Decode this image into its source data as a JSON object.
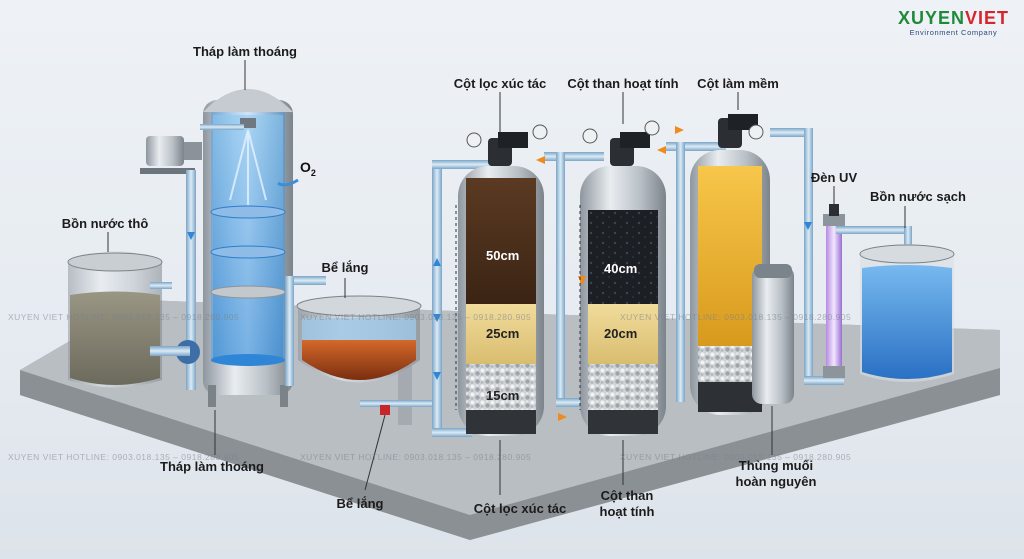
{
  "logo": {
    "brand_left": "XUYEN",
    "brand_right": "VIET",
    "tagline": "Environment Company"
  },
  "labels": {
    "aeration_tower_top": "Tháp làm thoáng",
    "aeration_tower_bottom": "Tháp làm thoáng",
    "raw_water_tank": "Bồn nước thô",
    "settling_tank_top": "Bể lắng",
    "settling_tank_bottom": "Bể lắng",
    "catalyst_column_top": "Cột lọc xúc tác",
    "catalyst_column_bottom": "Cột lọc xúc tác",
    "carbon_column_top": "Cột than hoạt tính",
    "carbon_column_bottom": "Cột than\nhoạt tính",
    "softener_column_top": "Cột làm mềm",
    "uv_lamp": "Đèn UV",
    "clean_water_tank": "Bồn nước sạch",
    "brine_tank": "Thùng muối\nhoàn nguyên",
    "oxygen": "O",
    "oxygen_sub": "2"
  },
  "layers": {
    "catalyst": [
      "50cm",
      "25cm",
      "15cm"
    ],
    "carbon": [
      "40cm",
      "20cm"
    ]
  },
  "watermark": "XUYEN VIET HOTLINE: 0903.018.135 – 0918.280.905",
  "colors": {
    "brand_green": "#1f8a3a",
    "brand_red": "#d7262b",
    "water_blue": "#3b8fd9",
    "flow_orange": "#f08a1c"
  }
}
